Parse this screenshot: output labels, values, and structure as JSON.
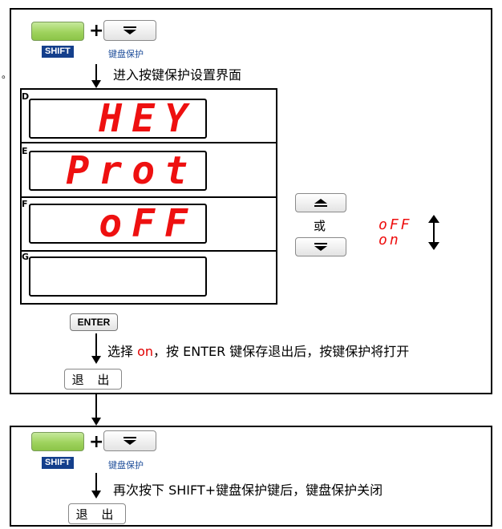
{
  "step1": {
    "shift_label": "SHIFT",
    "keypad_lock_label": "键盘保护",
    "stray_mark": "。",
    "enter_settings_text": "进入按键保护设置界面"
  },
  "displays": [
    {
      "letter": "D",
      "text": "HEY"
    },
    {
      "letter": "E",
      "text": "Prot"
    },
    {
      "letter": "F",
      "text": "oFF"
    },
    {
      "letter": "G",
      "text": ""
    }
  ],
  "selector": {
    "or_label": "或",
    "option_off": "oFF",
    "option_on": "on"
  },
  "enter_key_label": "ENTER",
  "save_step": {
    "prefix": "选择 ",
    "value": "on",
    "suffix": "，按 ENTER 键保存退出后，按键保护将打开"
  },
  "exit_label": "退 出",
  "step2": {
    "shift_label": "SHIFT",
    "keypad_lock_label": "键盘保护",
    "instruction": "再次按下 SHIFT+键盘保护键后，键盘保护关闭",
    "exit_label": "退 出"
  },
  "colors": {
    "segment_red": "#ee1010",
    "shift_blue": "#143f8c",
    "green_key": "#9fd35e"
  }
}
